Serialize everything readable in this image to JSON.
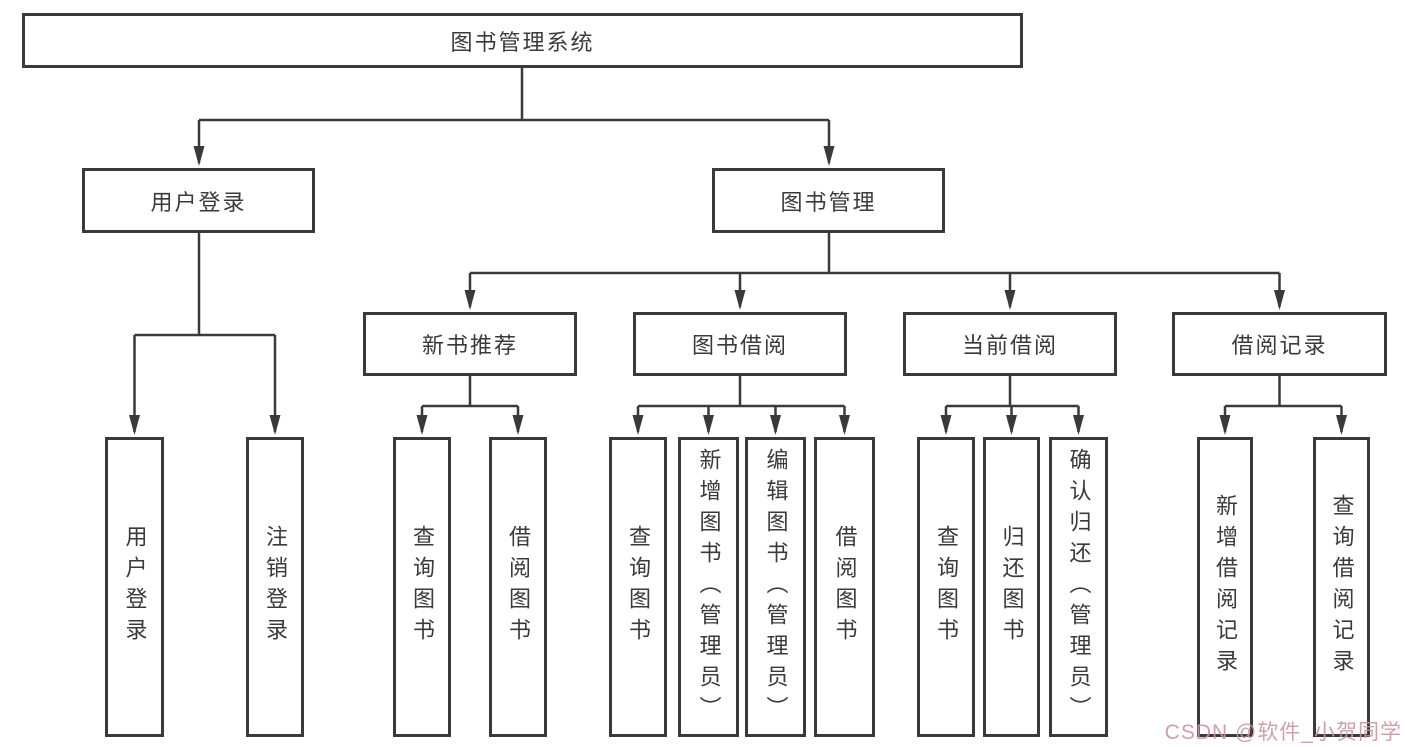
{
  "diagram": {
    "root": {
      "label": "图书管理系统"
    },
    "level2": [
      {
        "label": "用户登录"
      },
      {
        "label": "图书管理"
      }
    ],
    "level3": [
      {
        "label": "新书推荐"
      },
      {
        "label": "图书借阅"
      },
      {
        "label": "当前借阅"
      },
      {
        "label": "借阅记录"
      }
    ],
    "leaves": [
      {
        "label": "用户登录",
        "parent": "用户登录"
      },
      {
        "label": "注销登录",
        "parent": "用户登录"
      },
      {
        "label": "查询图书",
        "parent": "新书推荐"
      },
      {
        "label": "借阅图书",
        "parent": "新书推荐"
      },
      {
        "label": "查询图书",
        "parent": "图书借阅"
      },
      {
        "label": "新增图书（管理员）",
        "parent": "图书借阅"
      },
      {
        "label": "编辑图书（管理员）",
        "parent": "图书借阅"
      },
      {
        "label": "借阅图书",
        "parent": "图书借阅"
      },
      {
        "label": "查询图书",
        "parent": "当前借阅"
      },
      {
        "label": "归还图书",
        "parent": "当前借阅"
      },
      {
        "label": "确认归还（管理员）",
        "parent": "当前借阅"
      },
      {
        "label": "新增借阅记录",
        "parent": "借阅记录"
      },
      {
        "label": "查询借阅记录",
        "parent": "借阅记录"
      }
    ],
    "edges": [
      {
        "from": "图书管理系统",
        "to": "用户登录"
      },
      {
        "from": "图书管理系统",
        "to": "图书管理"
      },
      {
        "from": "用户登录",
        "to": "用户登录"
      },
      {
        "from": "用户登录",
        "to": "注销登录"
      },
      {
        "from": "图书管理",
        "to": "新书推荐"
      },
      {
        "from": "图书管理",
        "to": "图书借阅"
      },
      {
        "from": "图书管理",
        "to": "当前借阅"
      },
      {
        "from": "图书管理",
        "to": "借阅记录"
      },
      {
        "from": "新书推荐",
        "to": "查询图书"
      },
      {
        "from": "新书推荐",
        "to": "借阅图书"
      },
      {
        "from": "图书借阅",
        "to": "查询图书"
      },
      {
        "from": "图书借阅",
        "to": "新增图书（管理员）"
      },
      {
        "from": "图书借阅",
        "to": "编辑图书（管理员）"
      },
      {
        "from": "图书借阅",
        "to": "借阅图书"
      },
      {
        "from": "当前借阅",
        "to": "查询图书"
      },
      {
        "from": "当前借阅",
        "to": "归还图书"
      },
      {
        "from": "当前借阅",
        "to": "确认归还（管理员）"
      },
      {
        "from": "借阅记录",
        "to": "新增借阅记录"
      },
      {
        "from": "借阅记录",
        "to": "查询借阅记录"
      }
    ],
    "watermark": "CSDN @软件_小贺同学",
    "colors": {
      "line": "#3a3a3a",
      "border": "#3a3a3a",
      "text": "#3a3a3a",
      "watermark": "#cc96a0",
      "background": "#ffffff"
    }
  }
}
